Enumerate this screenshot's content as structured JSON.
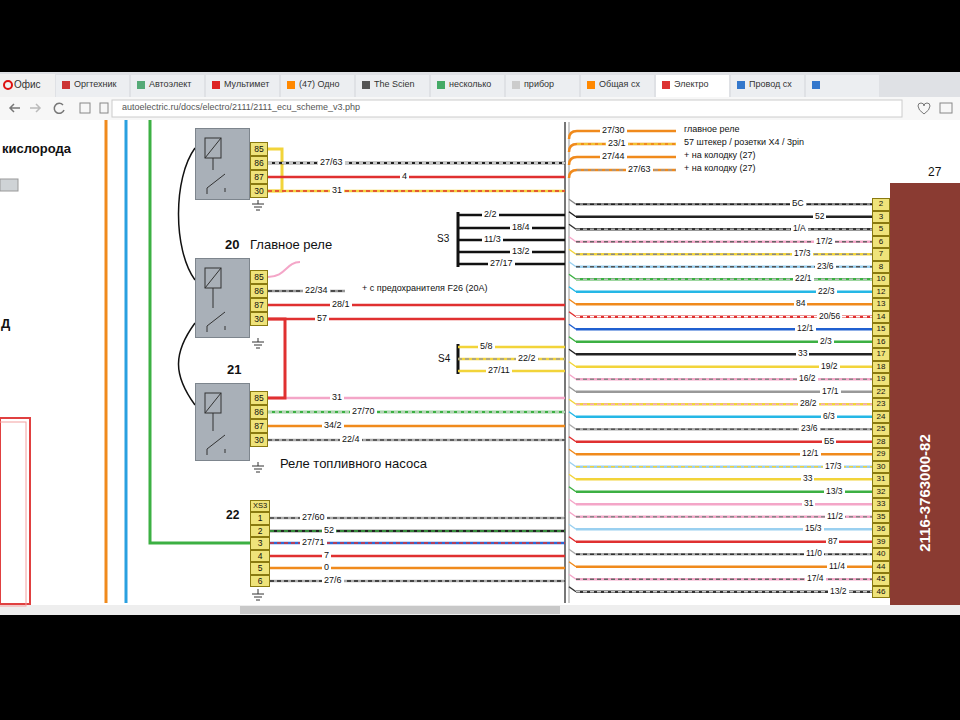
{
  "diagram": {
    "nodes": [
      {
        "text": [
          "85",
          "86",
          "87",
          "30"
        ]
      },
      {
        "text": [
          "20",
          "Главное реле",
          "85",
          "86",
          "87",
          "30"
        ]
      },
      {
        "text": [
          "21",
          "Реле топливного насоса",
          "85",
          "86",
          "87",
          "30"
        ]
      },
      {
        "text": [
          "22",
          "XS3",
          "1",
          "2",
          "3",
          "4",
          "5",
          "6"
        ]
      },
      {
        "text": [
          "27",
          "2116-3763000-82",
          "2",
          "3",
          "5",
          "6",
          "7",
          "8",
          "10",
          "12",
          "13",
          "14",
          "15",
          "16",
          "17",
          "18",
          "19",
          "22",
          "23",
          "24",
          "25",
          "28",
          "29",
          "30",
          "31",
          "32",
          "33",
          "35",
          "36",
          "39",
          "40",
          "44",
          "45",
          "46"
        ]
      }
    ],
    "edges": [
      {
        "from": 0,
        "to": 1,
        "arrow": "none"
      },
      {
        "from": 1,
        "to": 2,
        "arrow": "none"
      },
      {
        "from": 1,
        "to": 2,
        "arrow": "none"
      }
    ],
    "labels": [
      "Офис",
      "Оргтехник",
      "Автоэлект",
      "Мультимет",
      "(47) Одно",
      "The Scien",
      "несколько",
      "прибор",
      "Общая сх",
      "Электро",
      "Провод сх",
      "autoelectric.ru/docs/electro/2111/2111_ecu_scheme_v3.php",
      "кислорода",
      "Д",
      "27/63",
      "4",
      "31",
      "22/34",
      "28/1",
      "+ с предохранителя F26 (20A)",
      "57",
      "31",
      "27/70",
      "34/2",
      "22/4",
      "27/60",
      "52",
      "27/71",
      "7",
      "0",
      "27/6",
      "S3",
      "2/2",
      "18/4",
      "11/3",
      "13/2",
      "27/17",
      "S4",
      "5/8",
      "22/2",
      "27/11",
      "27/30",
      "23/1",
      "27/44",
      "27/63",
      "главное реле",
      "57 штекер / розетки Х4 / 3pin",
      "+ на колодку (27)",
      "+ на колодку (27)",
      "БС",
      "52",
      "1/A",
      "17/2",
      "17/3",
      "23/6",
      "22/1",
      "22/3",
      "84",
      "20/56",
      "12/1",
      "2/3",
      "33",
      "19/2",
      "16/2",
      "17/1",
      "28/2",
      "6/3",
      "23/6",
      "Б5",
      "12/1",
      "17/3",
      "33",
      "13/3",
      "31",
      "11/2",
      "15/3",
      "87",
      "11/0",
      "11/4",
      "17/4",
      "13/2"
    ]
  }
}
